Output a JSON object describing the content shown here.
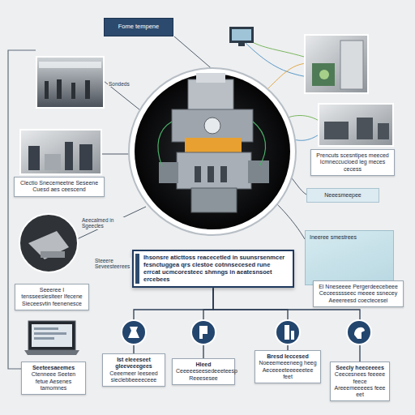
{
  "diagram": {
    "nodes": [
      {
        "text": [
          "Fome tempene"
        ]
      },
      {
        "text": [
          "Clectio Snecemeetne Seseene Cuesd aes ceescend"
        ]
      },
      {
        "text": [
          "Prencuts scesntipes meeced Icmneccucioed leg meces cecess"
        ]
      },
      {
        "text": [
          "Neeesmeepee"
        ]
      },
      {
        "text": [
          "Ineeree smestrees"
        ]
      },
      {
        "text": [
          "Ihsonsre aticttoss reacecetled in suunsrsenmcer fesnctuggea qrs clestoe cotnnsecesed rune errcat ucmcoresteec shmngs in aeatesnsoet ercebees"
        ]
      },
      {
        "text": [
          "Seeeree I tensseesiesiteer Ifecene Sieceesvtin feenenesce"
        ]
      },
      {
        "text": [
          "El Nneseeee Pergerdeecebeee Ceceesssseec meeee ssnecey Aeeereesd coectecesei"
        ]
      },
      {
        "text": [
          "Seeteesaeemes",
          "Ctenneee Seeten fetue Aesenes tamomnes"
        ]
      },
      {
        "text": [
          "Ist eleeeseet gleeveeegees",
          "Ceeemeer Ieeseed sieclebbeeeeceee"
        ]
      },
      {
        "text": [
          "Hleed",
          "Ceeeeeseesedeeeteesp Reeesesee"
        ]
      },
      {
        "text": [
          "Bresd Ieccesed",
          "Noeeemeeeneeg heeg Aeceeeeteeeeeetee feet"
        ]
      },
      {
        "text": [
          "Seecly heeceeees",
          "Ceecesnees feeeee feece Areeemeeeees feee eet"
        ]
      }
    ],
    "edges": [
      {
        "from": 5,
        "to": 9,
        "arrow": "none"
      },
      {
        "from": 5,
        "to": 10,
        "arrow": "none"
      },
      {
        "from": 5,
        "to": 11,
        "arrow": "none"
      },
      {
        "from": 5,
        "to": 12,
        "arrow": "none"
      }
    ],
    "labels": [
      "Sondeds",
      "Aeecalmed in Sgeecles",
      "Steeere Seveesteerees"
    ]
  }
}
